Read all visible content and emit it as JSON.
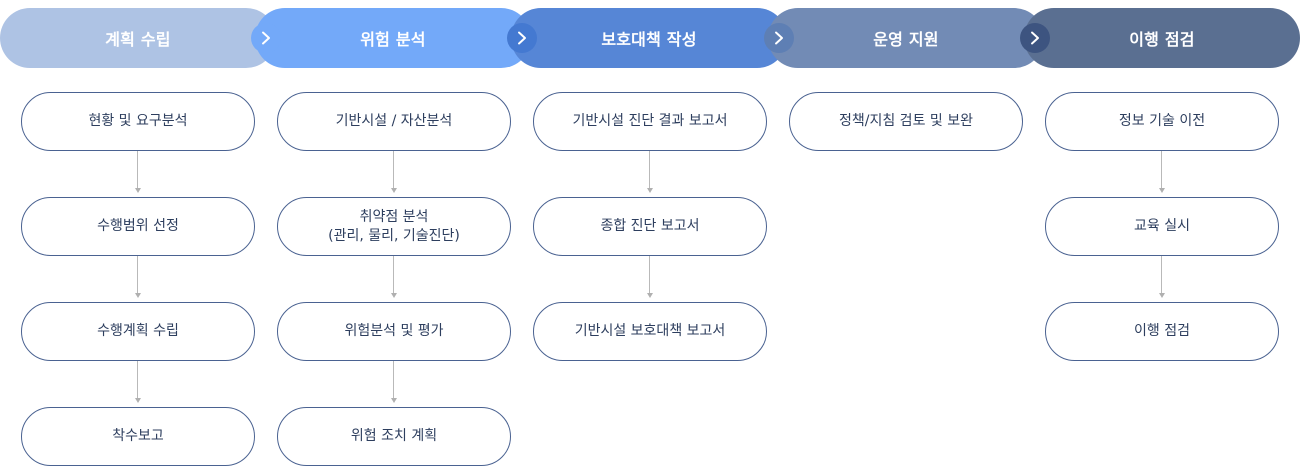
{
  "phases": [
    {
      "label": "계획 수립",
      "color": "#aec3e4"
    },
    {
      "label": "위험 분석",
      "color": "#73a9f9"
    },
    {
      "label": "보호대책 작성",
      "color": "#5686d6"
    },
    {
      "label": "운영 지원",
      "color": "#728bb5"
    },
    {
      "label": "이행 점검",
      "color": "#5a6f91"
    }
  ],
  "arrows": [
    {
      "icon": "chevron-right-icon",
      "color": "#73a9f9"
    },
    {
      "icon": "chevron-right-icon",
      "color": "#4479d1"
    },
    {
      "icon": "chevron-right-icon",
      "color": "#5e7fb4"
    },
    {
      "icon": "chevron-right-icon",
      "color": "#3d5480"
    }
  ],
  "columns": [
    {
      "steps": [
        [
          "현황 및 요구분석"
        ],
        [
          "수행범위 선정"
        ],
        [
          "수행계획 수립"
        ],
        [
          "착수보고"
        ]
      ]
    },
    {
      "steps": [
        [
          "기반시설 / 자산분석"
        ],
        [
          "취약점 분석",
          "(관리, 물리, 기술진단)"
        ],
        [
          "위험분석 및 평가"
        ],
        [
          "위험 조치 계획"
        ]
      ]
    },
    {
      "steps": [
        [
          "기반시설 진단 결과 보고서"
        ],
        [
          "종합 진단 보고서"
        ],
        [
          "기반시설 보호대책 보고서"
        ]
      ]
    },
    {
      "steps": [
        [
          "정책/지침 검토 및 보완"
        ]
      ]
    },
    {
      "steps": [
        [
          "정보 기술 이전"
        ],
        [
          "교육 실시"
        ],
        [
          "이행 점검"
        ]
      ]
    }
  ]
}
